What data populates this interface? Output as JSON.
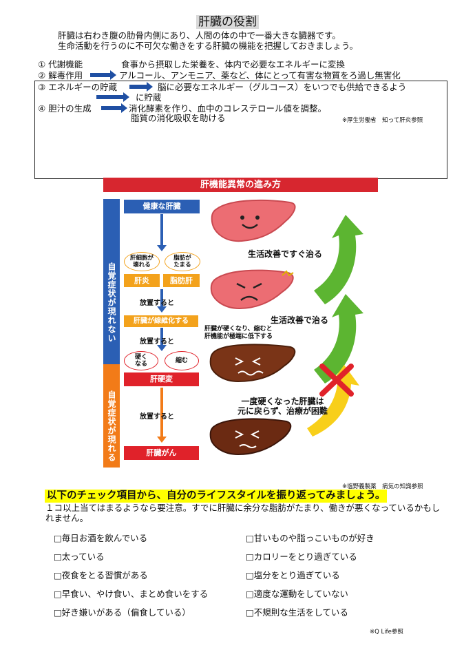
{
  "title": "肝臓の役割",
  "intro": [
    "肝臓は右わき腹の肋骨内側にあり、人間の体の中で一番大きな臓器です。",
    "生命活動を行うのに不可欠な働きをする肝臓の機能を把握しておきましょう。"
  ],
  "functions": [
    {
      "name": "① 代謝機能",
      "desc": "食事から摂取した栄養を、体内で必要なエネルギーに変換"
    },
    {
      "name": "② 解毒作用",
      "desc": "アルコール、アンモニア、薬など、体にとって有害な物質をろ過し無害化"
    },
    {
      "name": "③ エネルギーの貯蔵",
      "desc": "脳に必要なエネルギー（グルコース）をいつでも供給できるよう",
      "desc2": "に貯蔵"
    },
    {
      "name": "④ 胆汁の生成",
      "desc": "消化酵素を作り、血中のコレステロール値を調整。",
      "desc2": "脂質の消化吸収を助ける"
    }
  ],
  "source1": "※厚生労働省　知って肝炎参照",
  "diagram": {
    "banner": "肝機能異常の進み方",
    "side_no_symptoms": "自覚症状が現れない",
    "side_symptoms": "自覚症状が現れる",
    "healthy": "健康な肝臓",
    "cell_damage": "肝細胞が\n壊れる",
    "fat": "脂肪が\nたまる",
    "hepatitis": "肝炎",
    "fatty_liver": "脂肪肝",
    "left_alone_1": "放置すると",
    "fibrosis": "肝臓が線維化する",
    "left_alone_2": "放置すると",
    "hard": "硬く\nなる",
    "shrink": "縮む",
    "cirrhosis": "肝硬変",
    "left_alone_3": "放置すると",
    "cancer": "肝臓がん",
    "cure_quick": "生活改善ですぐ治る",
    "cure": "生活改善で治る",
    "hardened_note": "肝臓が硬くなり、縮むと\n肝機能が極端に低下する",
    "irreversible": "一度硬くなった肝臓は\n元に戻らず、治療が困難",
    "colors": {
      "blue": "#2b5fb4",
      "orange": "#f3a21c",
      "red": "#e0222a",
      "green": "#5cb531"
    }
  },
  "source2": "※塩野義製薬　病気の知識参照",
  "check_heading": "以下のチェック項目から、自分のライフスタイルを振り返ってみましょう。",
  "check_note": "１コ以上当てはまるようなら要注意。すでに肝臓に余分な脂肪がたまり、働きが悪くなっているかもしれません。",
  "checklist_left": [
    "□毎日お酒を飲んでいる",
    "□太っている",
    "□夜食をとる習慣がある",
    "□早食い、やけ食い、まとめ食いをする",
    "□好き嫌いがある（偏食している）"
  ],
  "checklist_right": [
    "□甘いものや脂っこいものが好き",
    "□カロリーをとり過ぎている",
    "□塩分をとり過ぎている",
    "□適度な運動をしていない",
    "□不規則な生活をしている"
  ],
  "source3": "※Q Life参照"
}
